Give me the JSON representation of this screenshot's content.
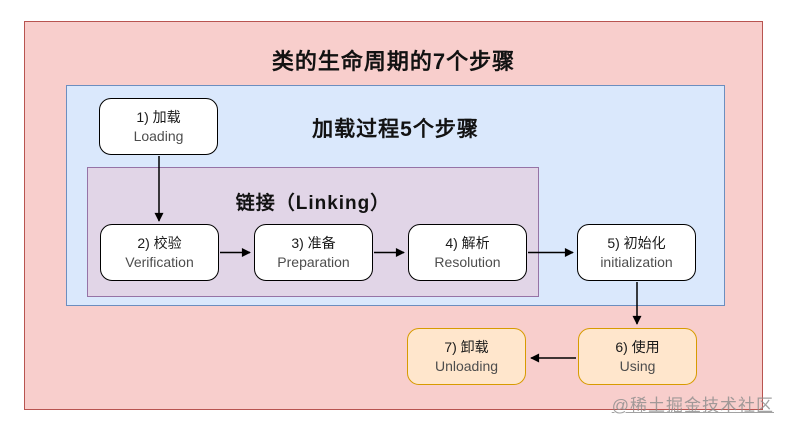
{
  "diagram": {
    "title": "类的生命周期的7个步骤",
    "groups": {
      "loading_label": "加载过程5个步骤",
      "linking_label": "链接（Linking）"
    },
    "nodes": [
      {
        "id": "loading",
        "line1": "1) 加载",
        "line2": "Loading"
      },
      {
        "id": "verification",
        "line1": "2) 校验",
        "line2": "Verification"
      },
      {
        "id": "preparation",
        "line1": "3) 准备",
        "line2": "Preparation"
      },
      {
        "id": "resolution",
        "line1": "4) 解析",
        "line2": "Resolution"
      },
      {
        "id": "initialization",
        "line1": "5) 初始化",
        "line2": "initialization"
      },
      {
        "id": "using",
        "line1": "6) 使用",
        "line2": "Using"
      },
      {
        "id": "unloading",
        "line1": "7) 卸载",
        "line2": "Unloading"
      }
    ],
    "watermark": "@稀土掘金技术社区",
    "colors": {
      "outer_fill": "#f8cecc",
      "outer_stroke": "#b85450",
      "loading_group_fill": "#dae8fc",
      "loading_group_stroke": "#6c8ebf",
      "linking_group_fill": "#e1d5e7",
      "linking_group_stroke": "#9673a6",
      "node_fill": "#ffffff",
      "node_stroke": "#000000",
      "end_node_fill": "#ffe6cc",
      "end_node_stroke": "#d79b00",
      "arrow_color": "#000000",
      "watermark_color": "#8c8c8c"
    }
  }
}
